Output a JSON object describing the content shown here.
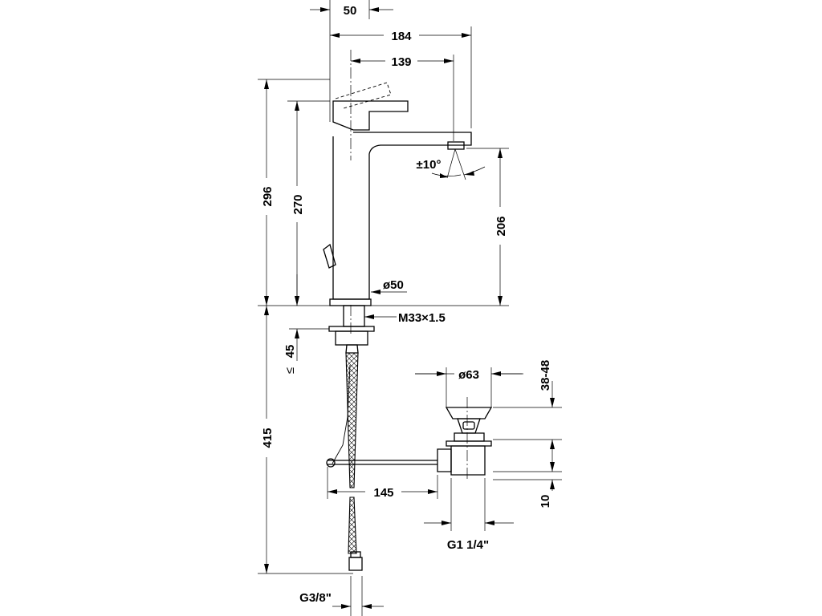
{
  "dimensions": {
    "top_offset": "50",
    "total_width": "184",
    "spout_reach": "139",
    "overall_height": "296",
    "spout_height": "270",
    "swivel_angle": "±10°",
    "outlet_height": "206",
    "body_diameter": "ø50",
    "thread": "M33×1.5",
    "max_deck": "45",
    "max_deck_symbol": "≤",
    "hose_length": "415",
    "waste_diameter": "ø63",
    "waste_range": "38-48",
    "rod_length": "145",
    "waste_offset": "10",
    "waste_thread": "G1 1/4\"",
    "hose_thread": "G3/8\""
  }
}
